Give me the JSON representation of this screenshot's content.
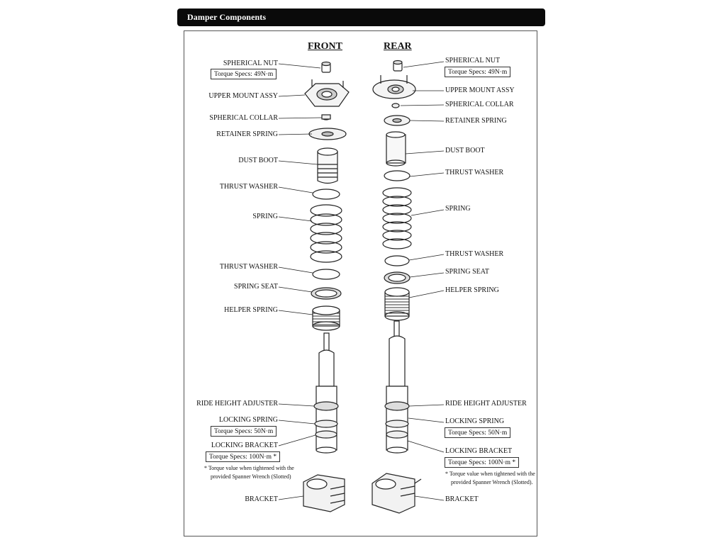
{
  "header": {
    "title": "Damper Components"
  },
  "front": {
    "title": "FRONT",
    "labels": {
      "spherical_nut": "SPHERICAL NUT",
      "upper_mount": "UPPER MOUNT ASSY",
      "spherical_collar": "SPHERICAL COLLAR",
      "retainer_spring": "RETAINER SPRING",
      "dust_boot": "DUST BOOT",
      "thrust_washer_top": "THRUST WASHER",
      "spring": "SPRING",
      "thrust_washer_bottom": "THRUST WASHER",
      "spring_seat": "SPRING SEAT",
      "helper_spring": "HELPER SPRING",
      "ride_height_adjuster": "RIDE HEIGHT ADJUSTER",
      "locking_spring": "LOCKING SPRING",
      "locking_bracket": "LOCKING BRACKET",
      "bracket": "BRACKET"
    },
    "torque": {
      "spherical_nut": "Torque Specs: 49N·m",
      "locking_spring": "Torque Specs: 50N·m",
      "locking_bracket": "Torque Specs: 100N·m *"
    },
    "note_line1": "* Torque value when tightened with the",
    "note_line2": "provided Spanner Wrench (Slotted)"
  },
  "rear": {
    "title": "REAR",
    "labels": {
      "spherical_nut": "SPHERICAL NUT",
      "upper_mount": "UPPER MOUNT ASSY",
      "spherical_collar": "SPHERICAL COLLAR",
      "retainer_spring": "RETAINER SPRING",
      "dust_boot": "DUST BOOT",
      "thrust_washer_top": "THRUST WASHER",
      "spring": "SPRING",
      "thrust_washer_bottom": "THRUST WASHER",
      "spring_seat": "SPRING SEAT",
      "helper_spring": "HELPER SPRING",
      "ride_height_adjuster": "RIDE HEIGHT ADJUSTER",
      "locking_spring": "LOCKING SPRING",
      "locking_bracket": "LOCKING BRACKET",
      "bracket": "BRACKET"
    },
    "torque": {
      "spherical_nut": "Torque Specs: 49N·m",
      "locking_spring": "Torque Specs: 50N·m",
      "locking_bracket": "Torque Specs: 100N·m *"
    },
    "note_line1": "* Torque value when tightened with the",
    "note_line2": "provided Spanner Wrench (Slotted)."
  }
}
